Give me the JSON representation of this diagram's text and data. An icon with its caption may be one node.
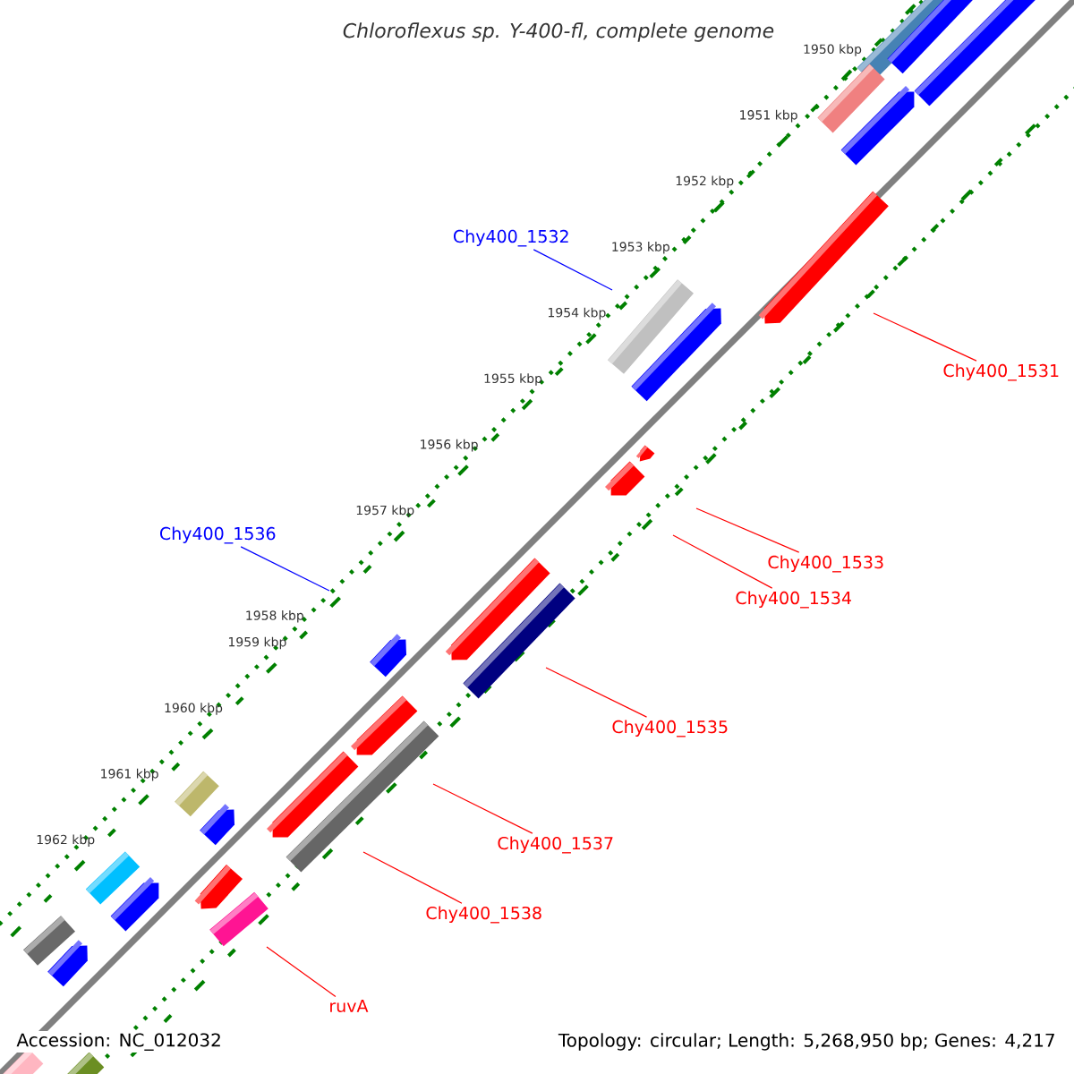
{
  "diagram": {
    "title": "Chloroflexus sp. Y-400-fl, complete genome",
    "nodes": [
      {
        "text": [
          "Chy400_1532"
        ]
      },
      {
        "text": [
          "Chy400_1531"
        ]
      },
      {
        "text": [
          "Chy400_1536"
        ]
      },
      {
        "text": [
          "Chy400_1533"
        ]
      },
      {
        "text": [
          "Chy400_1534"
        ]
      },
      {
        "text": [
          "Chy400_1535"
        ]
      },
      {
        "text": [
          "Chy400_1537"
        ]
      },
      {
        "text": [
          "Chy400_1538"
        ]
      },
      {
        "text": [
          "ruvA"
        ]
      }
    ],
    "edges": [
      {
        "from": 0,
        "to": null,
        "arrow": "none",
        "color": "#0000ff"
      },
      {
        "from": 1,
        "to": null,
        "arrow": "none"
      },
      {
        "from": 2,
        "to": null,
        "arrow": "none",
        "color": "#0000ff"
      },
      {
        "from": 3,
        "to": null,
        "arrow": "none"
      },
      {
        "from": 4,
        "to": null,
        "arrow": "none"
      },
      {
        "from": 5,
        "to": null,
        "arrow": "none"
      },
      {
        "from": 6,
        "to": null,
        "arrow": "none"
      },
      {
        "from": 7,
        "to": null,
        "arrow": "none"
      },
      {
        "from": 8,
        "to": null,
        "arrow": "none"
      }
    ],
    "labels": [
      "1950 kbp",
      "1951 kbp",
      "1952 kbp",
      "1953 kbp",
      "1954 kbp",
      "1955 kbp",
      "1956 kbp",
      "1957 kbp",
      "1958 kbp",
      "1959 kbp",
      "1960 kbp",
      "1961 kbp",
      "1962 kbp",
      "Accession: NC_012032",
      "Topology: circular; Length: 5,268,950 bp; Genes: 4,217"
    ]
  }
}
